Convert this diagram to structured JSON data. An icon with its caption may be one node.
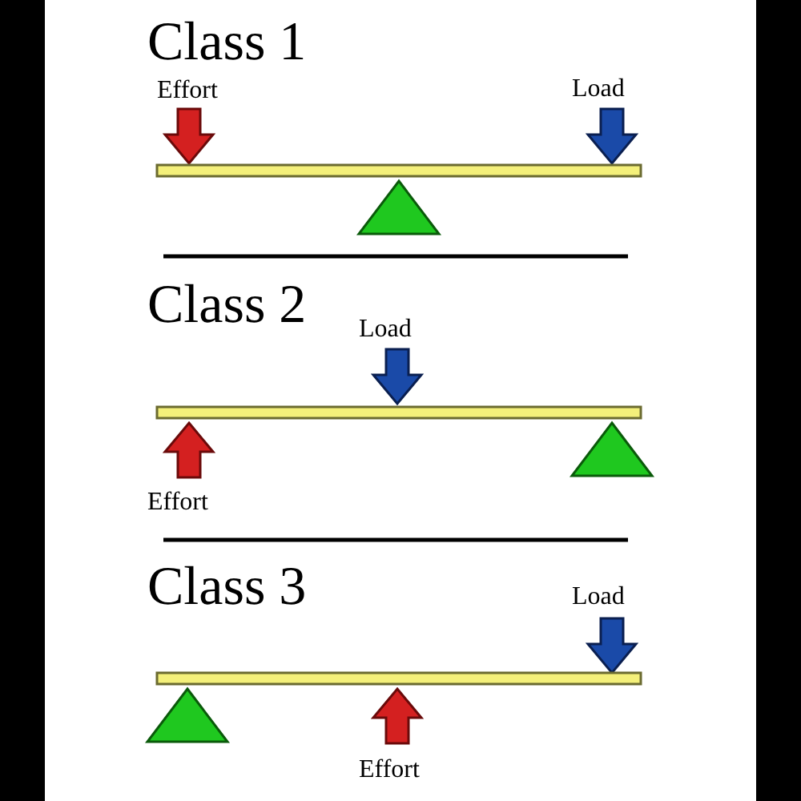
{
  "diagram": {
    "labels": [
      "Class 1",
      "Effort",
      "Load",
      "Class 2",
      "Load",
      "Effort",
      "Class 3",
      "Load",
      "Effort"
    ]
  }
}
